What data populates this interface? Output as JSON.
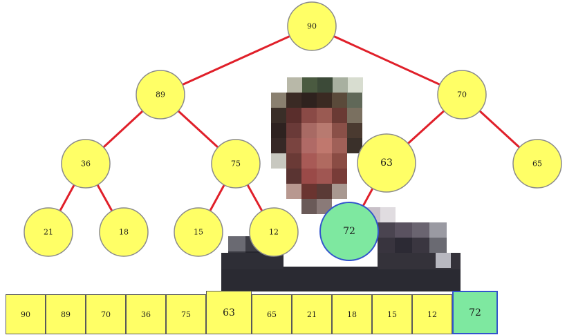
{
  "tree": {
    "nodes": [
      {
        "id": "n0",
        "value": "90",
        "state": "normal"
      },
      {
        "id": "n1",
        "value": "89",
        "state": "normal"
      },
      {
        "id": "n2",
        "value": "70",
        "state": "normal"
      },
      {
        "id": "n3",
        "value": "36",
        "state": "normal"
      },
      {
        "id": "n4",
        "value": "75",
        "state": "normal"
      },
      {
        "id": "n5",
        "value": "63",
        "state": "active"
      },
      {
        "id": "n6",
        "value": "65",
        "state": "normal"
      },
      {
        "id": "n7",
        "value": "21",
        "state": "normal"
      },
      {
        "id": "n8",
        "value": "18",
        "state": "normal"
      },
      {
        "id": "n9",
        "value": "15",
        "state": "normal"
      },
      {
        "id": "n10",
        "value": "12",
        "state": "normal"
      },
      {
        "id": "n11",
        "value": "72",
        "state": "inserted"
      }
    ],
    "edges": [
      [
        "n0",
        "n1"
      ],
      [
        "n0",
        "n2"
      ],
      [
        "n1",
        "n3"
      ],
      [
        "n1",
        "n4"
      ],
      [
        "n2",
        "n5"
      ],
      [
        "n2",
        "n6"
      ],
      [
        "n3",
        "n7"
      ],
      [
        "n3",
        "n8"
      ],
      [
        "n4",
        "n9"
      ],
      [
        "n4",
        "n10"
      ],
      [
        "n5",
        "n11"
      ]
    ]
  },
  "array": {
    "cells": [
      {
        "value": "90",
        "state": "normal"
      },
      {
        "value": "89",
        "state": "normal"
      },
      {
        "value": "70",
        "state": "normal"
      },
      {
        "value": "36",
        "state": "normal"
      },
      {
        "value": "75",
        "state": "normal"
      },
      {
        "value": "63",
        "state": "active"
      },
      {
        "value": "65",
        "state": "normal"
      },
      {
        "value": "21",
        "state": "normal"
      },
      {
        "value": "18",
        "state": "normal"
      },
      {
        "value": "15",
        "state": "normal"
      },
      {
        "value": "12",
        "state": "normal"
      },
      {
        "value": "72",
        "state": "inserted"
      }
    ]
  },
  "colors": {
    "node_fill": "#ffff66",
    "node_stroke": "#8a8a8a",
    "inserted_fill": "#7ee8a0",
    "inserted_stroke": "#3355cc",
    "edge": "#e0202a",
    "cell_border": "#5a5a5a"
  }
}
